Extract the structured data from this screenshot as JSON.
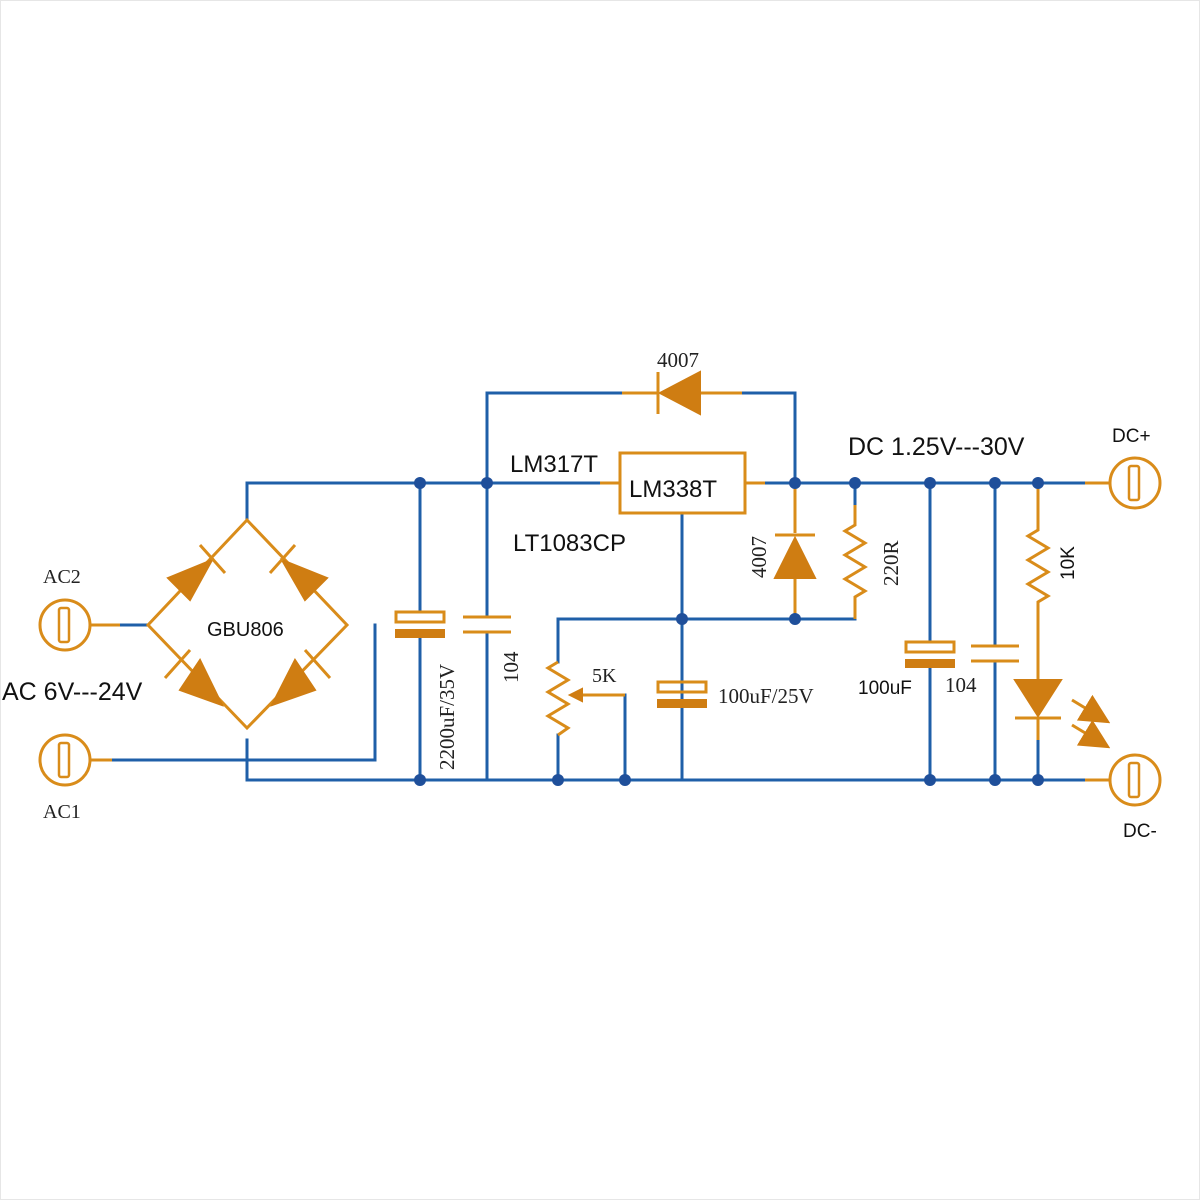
{
  "labels": {
    "ac2": "AC2",
    "ac1": "AC1",
    "ac_input": "AC 6V---24V",
    "bridge": "GBU806",
    "reg_lm317": "LM317T",
    "reg_lm338": "LM338T",
    "reg_lt1083": "LT1083CP",
    "diode_top": "4007",
    "diode_side": "4007",
    "res_220": "220R",
    "output_range": "DC 1.25V---30V",
    "dc_plus": "DC+",
    "dc_minus": "DC-",
    "cap_2200": "2200uF/35V",
    "cap_104_in": "104",
    "pot_5k": "5K",
    "cap_100_25": "100uF/25V",
    "cap_100_out": "100uF",
    "cap_104_out": "104",
    "res_10k": "10K"
  },
  "colors": {
    "wire": "#1f5fa8",
    "component": "#d98c1a",
    "junction": "#1f4f9a",
    "text": "#111111"
  }
}
